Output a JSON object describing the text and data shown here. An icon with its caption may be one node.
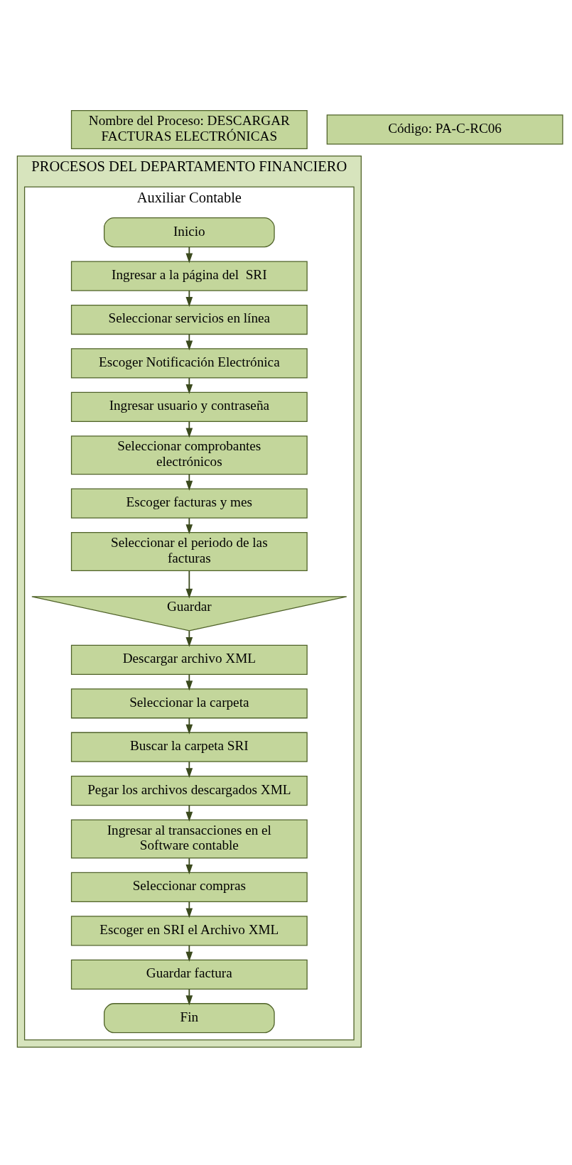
{
  "diagram": {
    "nodes": [
      {
        "text": [
          "Nombre del Proceso: DESCARGAR FACTURAS ELECTRÓNICAS"
        ]
      },
      {
        "text": [
          "Código: PA-C-RC06"
        ]
      },
      {
        "text": [
          "PROCESOS DEL DEPARTAMENTO FINANCIERO"
        ]
      },
      {
        "text": [
          "Auxiliar Contable"
        ],
        "in": 2
      },
      {
        "text": [
          "Inicio"
        ],
        "in": 3
      },
      {
        "text": [
          "Ingresar a la página del  SRI"
        ],
        "in": 3
      },
      {
        "text": [
          "Seleccionar servicios en línea"
        ],
        "in": 3
      },
      {
        "text": [
          "Escoger Notificación Electrónica"
        ],
        "in": 3
      },
      {
        "text": [
          "Ingresar usuario y contraseña"
        ],
        "in": 3
      },
      {
        "text": [
          "Seleccionar comprobantes electrónicos"
        ],
        "in": 3
      },
      {
        "text": [
          "Escoger facturas y mes"
        ],
        "in": 3
      },
      {
        "text": [
          "Seleccionar el periodo de las facturas"
        ],
        "in": 3
      },
      {
        "text": [
          "Guardar"
        ],
        "in": 3
      },
      {
        "text": [
          "Descargar archivo XML"
        ],
        "in": 3
      },
      {
        "text": [
          "Seleccionar la carpeta"
        ],
        "in": 3
      },
      {
        "text": [
          "Buscar la carpeta SRI"
        ],
        "in": 3
      },
      {
        "text": [
          "Pegar los archivos descargados XML"
        ],
        "in": 3
      },
      {
        "text": [
          "Ingresar al transacciones en el Software contable"
        ],
        "in": 3
      },
      {
        "text": [
          "Seleccionar compras"
        ],
        "in": 3
      },
      {
        "text": [
          "Escoger en SRI el Archivo XML"
        ],
        "in": 3
      },
      {
        "text": [
          "Guardar factura"
        ],
        "in": 3
      },
      {
        "text": [
          "Fin"
        ],
        "in": 3
      }
    ],
    "edges": [
      {
        "from": 4,
        "to": 5,
        "arrow": "to"
      },
      {
        "from": 5,
        "to": 6,
        "arrow": "to"
      },
      {
        "from": 6,
        "to": 7,
        "arrow": "to"
      },
      {
        "from": 7,
        "to": 8,
        "arrow": "to"
      },
      {
        "from": 8,
        "to": 9,
        "arrow": "to"
      },
      {
        "from": 9,
        "to": 10,
        "arrow": "to"
      },
      {
        "from": 10,
        "to": 11,
        "arrow": "to"
      },
      {
        "from": 11,
        "to": 12,
        "arrow": "to"
      },
      {
        "from": 12,
        "to": 13,
        "arrow": "to"
      },
      {
        "from": 13,
        "to": 14,
        "arrow": "to"
      },
      {
        "from": 14,
        "to": 15,
        "arrow": "to"
      },
      {
        "from": 15,
        "to": 16,
        "arrow": "to"
      },
      {
        "from": 16,
        "to": 17,
        "arrow": "to"
      },
      {
        "from": 17,
        "to": 18,
        "arrow": "to"
      },
      {
        "from": 18,
        "to": 19,
        "arrow": "to"
      },
      {
        "from": 19,
        "to": 20,
        "arrow": "to"
      },
      {
        "from": 20,
        "to": 21,
        "arrow": "to"
      }
    ]
  }
}
